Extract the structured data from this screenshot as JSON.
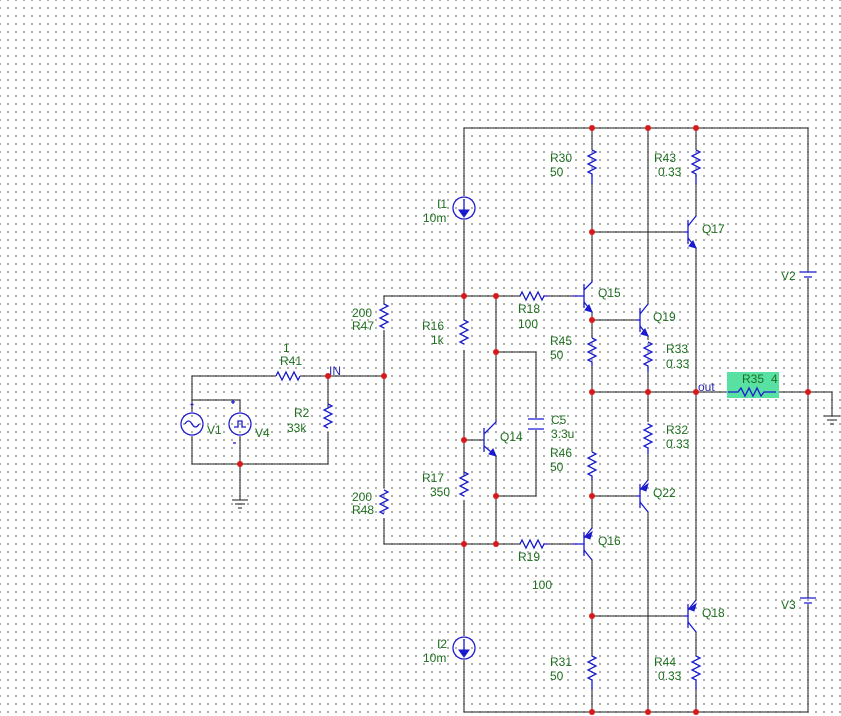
{
  "nets": {
    "in": "IN",
    "out": "out"
  },
  "sources": {
    "v1": "V1",
    "v4": "V4",
    "v2": "V2",
    "v3": "V3",
    "i1": {
      "name": "I1",
      "value": "10m"
    },
    "i2": {
      "name": "I2",
      "value": "10m"
    }
  },
  "resistors": {
    "r41": {
      "name": "R41",
      "value": "1"
    },
    "r2": {
      "name": "R2",
      "value": "33k"
    },
    "r47": {
      "name": "R47",
      "value": "200"
    },
    "r48": {
      "name": "R48",
      "value": "200"
    },
    "r16": {
      "name": "R16",
      "value": "1k"
    },
    "r17": {
      "name": "R17",
      "value": "350"
    },
    "r18": {
      "name": "R18",
      "value": "100"
    },
    "r19": {
      "name": "R19",
      "value": "100"
    },
    "r30": {
      "name": "R30",
      "value": "50"
    },
    "r45": {
      "name": "R45",
      "value": "50"
    },
    "r46": {
      "name": "R46",
      "value": "50"
    },
    "r31": {
      "name": "R31",
      "value": "50"
    },
    "r43": {
      "name": "R43",
      "value": "0.33"
    },
    "r33": {
      "name": "R33",
      "value": "0.33"
    },
    "r32": {
      "name": "R32",
      "value": "0.33"
    },
    "r44": {
      "name": "R44",
      "value": "0.33"
    },
    "r35": {
      "name": "R35",
      "value": "4"
    }
  },
  "capacitors": {
    "c5": {
      "name": "C5",
      "value": "3.3u"
    }
  },
  "transistors": {
    "q14": "Q14",
    "q15": "Q15",
    "q16": "Q16",
    "q17": "Q17",
    "q18": "Q18",
    "q19": "Q19",
    "q22": "Q22"
  },
  "colors": {
    "wire": "#1a1a1a",
    "component": "#1b1bd0",
    "label": "#1f6f1f",
    "node": "#d91a1a",
    "highlight": "#59e0a3"
  }
}
